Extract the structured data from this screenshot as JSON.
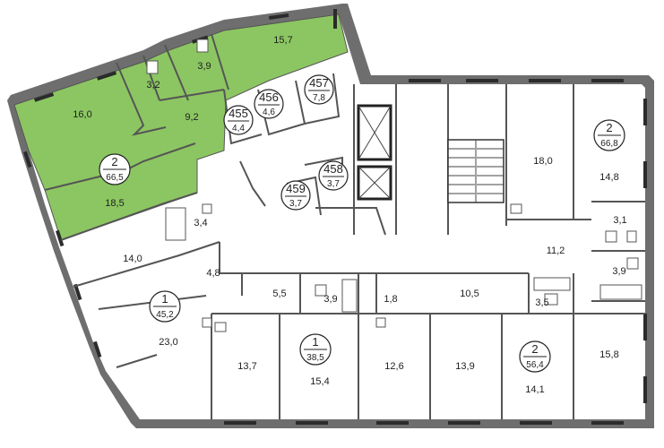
{
  "colors": {
    "selected_apartment": "#8cc662",
    "walls": "#6e6e6e",
    "background": "#ffffff"
  },
  "apartment_badges": [
    {
      "id": "green-2",
      "rooms": "2",
      "area": "66,5"
    },
    {
      "id": "1-left",
      "rooms": "1",
      "area": "45,2"
    },
    {
      "id": "1-mid",
      "rooms": "1",
      "area": "38,5"
    },
    {
      "id": "2-bottom",
      "rooms": "2",
      "area": "56,4"
    },
    {
      "id": "2-right",
      "rooms": "2",
      "area": "66,8"
    }
  ],
  "storage_units": [
    {
      "number": "455",
      "area": "4,4"
    },
    {
      "number": "456",
      "area": "4,6"
    },
    {
      "number": "457",
      "area": "7,8"
    },
    {
      "number": "458",
      "area": "3,7"
    },
    {
      "number": "459",
      "area": "3,7"
    }
  ],
  "room_areas": [
    "15,7",
    "3,9",
    "3,2",
    "16,0",
    "9,2",
    "18,5",
    "3,4",
    "14,0",
    "4,8",
    "23,0",
    "5,5",
    "3,9",
    "1,8",
    "10,5",
    "3,5",
    "11,2",
    "18,0",
    "14,8",
    "3,1",
    "3,9",
    "13,7",
    "15,4",
    "12,6",
    "13,9",
    "14,1",
    "15,8"
  ]
}
